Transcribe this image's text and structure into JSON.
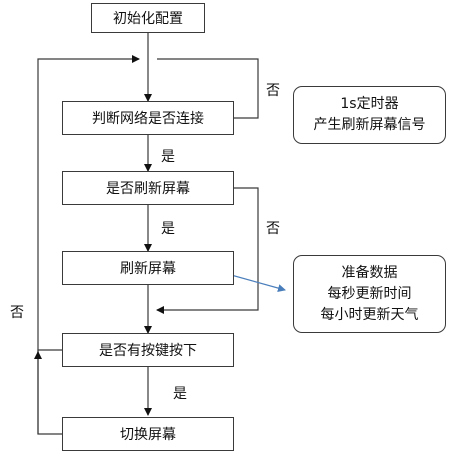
{
  "nodes": {
    "init": "初始化配置",
    "check_network": "判断网络是否连接",
    "check_refresh": "是否刷新屏幕",
    "refresh_screen": "刷新屏幕",
    "check_key": "是否有按键按下",
    "switch_screen": "切换屏幕"
  },
  "notes": {
    "timer_line1": "1s定时器",
    "timer_line2": "产生刷新屏幕信号",
    "data_line1": "准备数据",
    "data_line2": "每秒更新时间",
    "data_line3": "每小时更新天气"
  },
  "edge_labels": {
    "network_no": "否",
    "network_yes": "是",
    "refresh_yes": "是",
    "refresh_no": "否",
    "key_yes": "是",
    "key_no": "否"
  },
  "colors": {
    "line": "#3a3a3a",
    "annotation_arrow": "#4a7ebb"
  }
}
